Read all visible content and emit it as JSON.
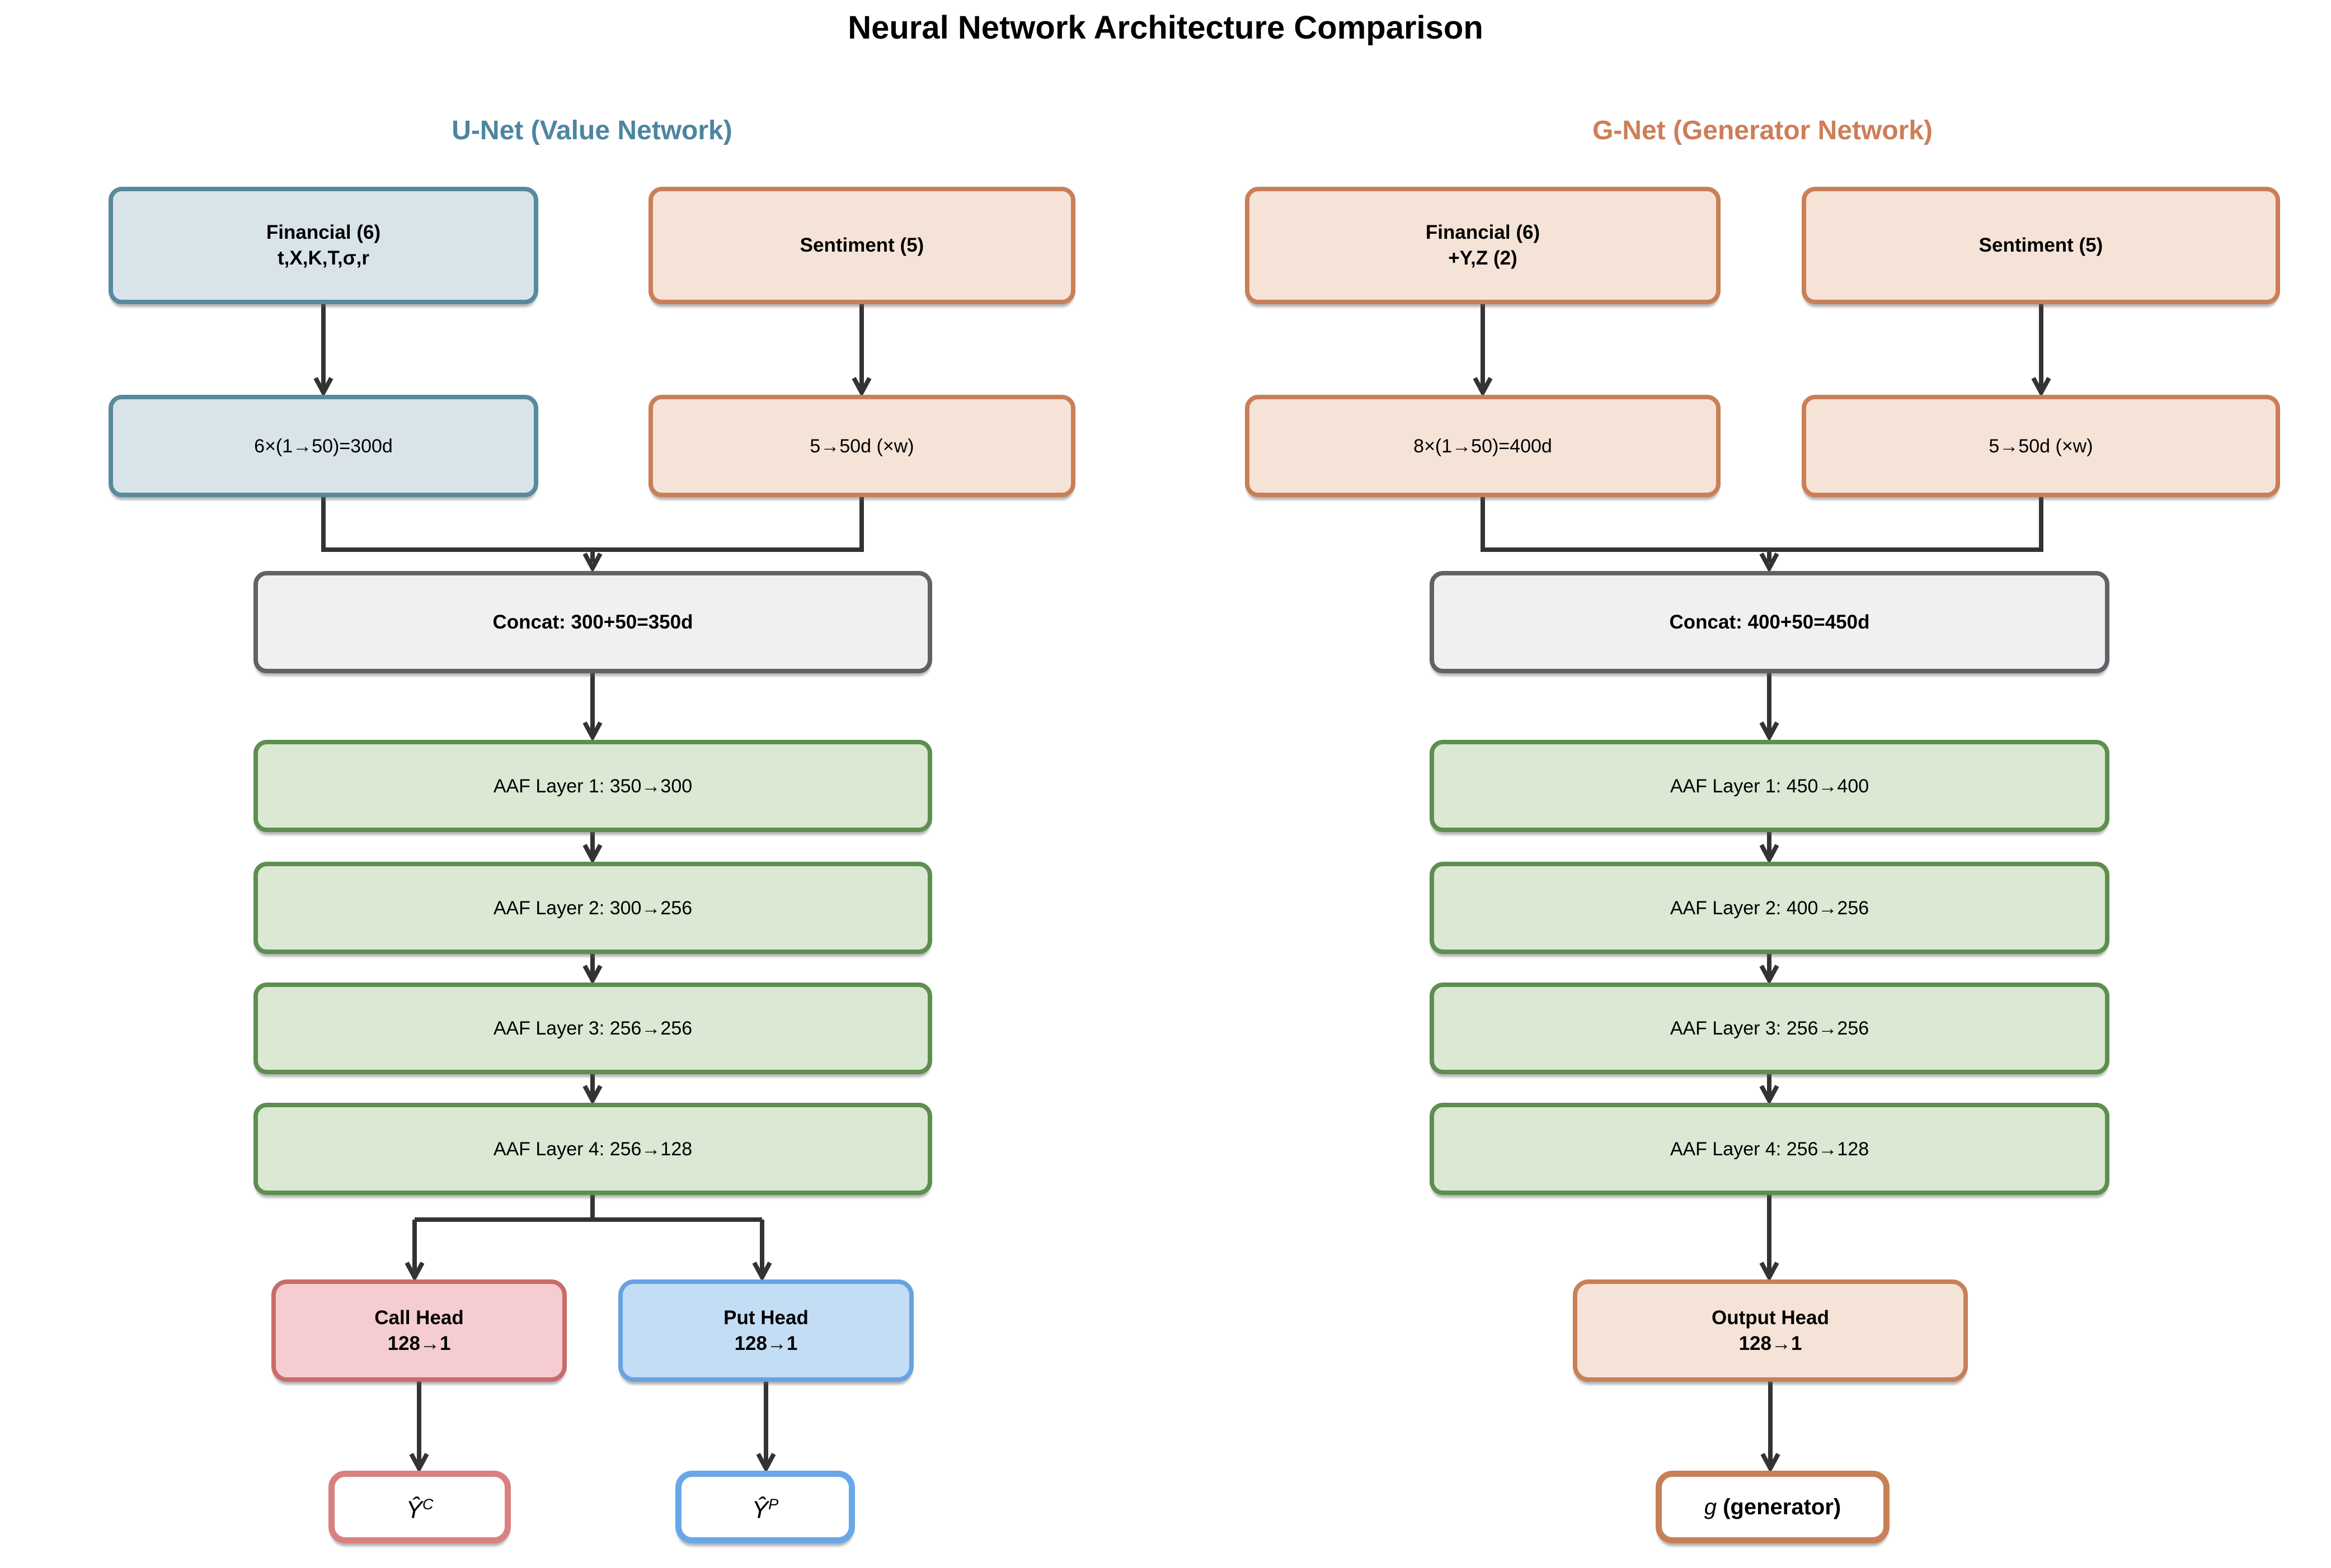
{
  "title": "Neural Network Architecture Comparison",
  "palette": {
    "teal_border": "#578a9e",
    "teal_header": "#4c85a0",
    "teal_fill": "#d9e4ea",
    "orange_border": "#c97f57",
    "orange_header": "#cd7e58",
    "orange_fill": "#f6e3d8",
    "gray_border": "#5f6368",
    "gray_fill": "#f0f0f1",
    "green_border": "#5d8f4e",
    "green_fill": "#dbe8d4",
    "pink_border": "#c96b6b",
    "pink_fill": "#f5cdd0",
    "blue_head_border": "#68a2e0",
    "blue_head_fill": "#c3ddf5",
    "arrow": "#333333"
  },
  "unet": {
    "header": "U-Net (Value Network)",
    "input_financial_line1": "Financial (6)",
    "input_financial_line2": "t,X,K,T,σ,r",
    "input_sentiment": "Sentiment (5)",
    "embed_financial": "6×(1→50)=300d",
    "embed_sentiment": "5→50d (×w)",
    "concat": "Concat: 300+50=350d",
    "aaf1": "AAF Layer 1: 350→300",
    "aaf2": "AAF Layer 2: 300→256",
    "aaf3": "AAF Layer 3: 256→256",
    "aaf4": "AAF Layer 4: 256→128",
    "call_head_line1": "Call Head",
    "call_head_line2": "128→1",
    "put_head_line1": "Put Head",
    "put_head_line2": "128→1",
    "output_call_base": "Ŷ",
    "output_call_sup": "C",
    "output_put_base": "Ŷ",
    "output_put_sup": "P",
    "edges": [
      [
        "input_financial",
        "embed_financial"
      ],
      [
        "input_sentiment",
        "embed_sentiment"
      ],
      [
        "embed_financial",
        "concat"
      ],
      [
        "embed_sentiment",
        "concat"
      ],
      [
        "concat",
        "aaf1"
      ],
      [
        "aaf1",
        "aaf2"
      ],
      [
        "aaf2",
        "aaf3"
      ],
      [
        "aaf3",
        "aaf4"
      ],
      [
        "aaf4",
        "call_head"
      ],
      [
        "aaf4",
        "put_head"
      ],
      [
        "call_head",
        "output_call"
      ],
      [
        "put_head",
        "output_put"
      ]
    ]
  },
  "gnet": {
    "header": "G-Net (Generator Network)",
    "input_financial_line1": "Financial (6)",
    "input_financial_line2": "+Y,Z (2)",
    "input_sentiment": "Sentiment (5)",
    "embed_financial": "8×(1→50)=400d",
    "embed_sentiment": "5→50d (×w)",
    "concat": "Concat: 400+50=450d",
    "aaf1": "AAF Layer 1: 450→400",
    "aaf2": "AAF Layer 2: 400→256",
    "aaf3": "AAF Layer 3: 256→256",
    "aaf4": "AAF Layer 4: 256→128",
    "output_head_line1": "Output Head",
    "output_head_line2": "128→1",
    "output_g_italic": "g",
    "output_g_rest": " (generator)",
    "edges": [
      [
        "input_financial",
        "embed_financial"
      ],
      [
        "input_sentiment",
        "embed_sentiment"
      ],
      [
        "embed_financial",
        "concat"
      ],
      [
        "embed_sentiment",
        "concat"
      ],
      [
        "concat",
        "aaf1"
      ],
      [
        "aaf1",
        "aaf2"
      ],
      [
        "aaf2",
        "aaf3"
      ],
      [
        "aaf3",
        "aaf4"
      ],
      [
        "aaf4",
        "output_head"
      ],
      [
        "output_head",
        "output_g"
      ]
    ]
  }
}
